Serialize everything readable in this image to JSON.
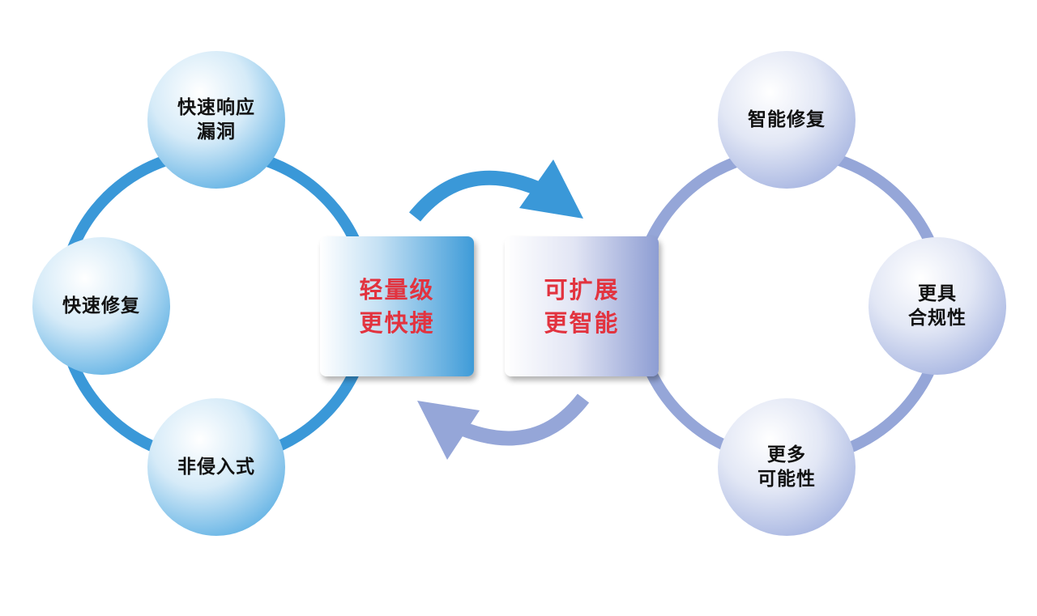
{
  "colors": {
    "blue_ring": "#3a98d8",
    "purple_ring": "#95a6d8",
    "card_text": "#e2333f",
    "node_text": "#111111"
  },
  "left_cycle": {
    "nodes": [
      {
        "label": "快速响应\n漏洞"
      },
      {
        "label": "快速修复"
      },
      {
        "label": "非侵入式"
      }
    ],
    "card": {
      "label": "轻量级\n更快捷"
    }
  },
  "right_cycle": {
    "nodes": [
      {
        "label": "智能修复"
      },
      {
        "label": "更具\n合规性"
      },
      {
        "label": "更多\n可能性"
      }
    ],
    "card": {
      "label": "可扩展\n更智能"
    }
  }
}
